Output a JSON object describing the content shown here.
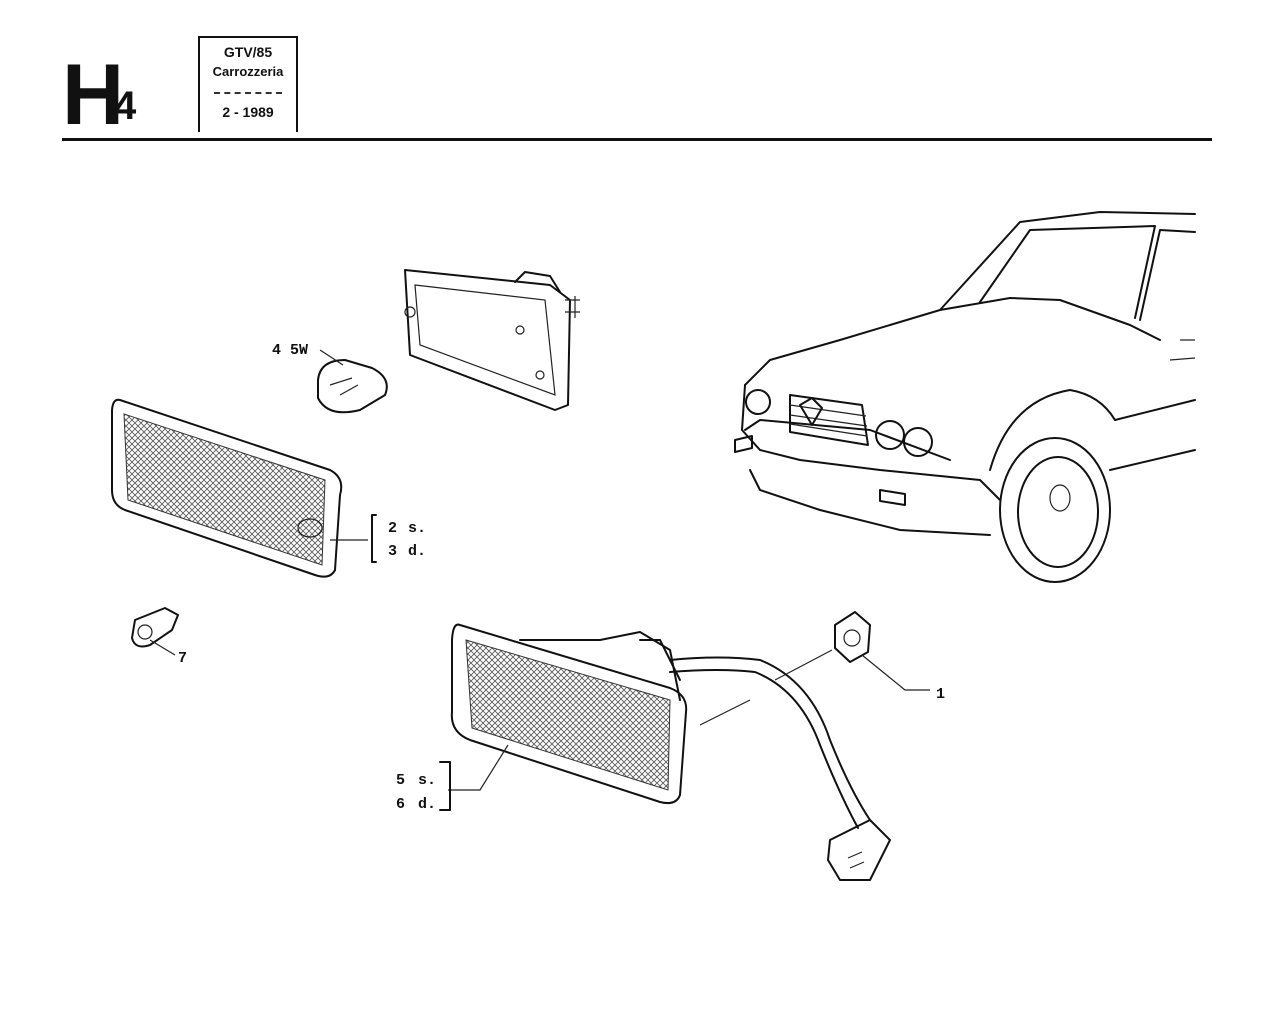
{
  "header": {
    "code": "H",
    "code_sub": "4",
    "model": "GTV/85",
    "section": "Carrozzeria",
    "date": "2 - 1989"
  },
  "callouts": {
    "bulb_num": "4",
    "bulb_spec": "5W",
    "lens_left_num": "2",
    "lens_left_side": "s.",
    "lens_right_num": "3",
    "lens_right_side": "d.",
    "screw_num": "7",
    "grommet_num": "1",
    "lamp_left_num": "5",
    "lamp_left_side": "s.",
    "lamp_right_num": "6",
    "lamp_right_side": "d."
  }
}
